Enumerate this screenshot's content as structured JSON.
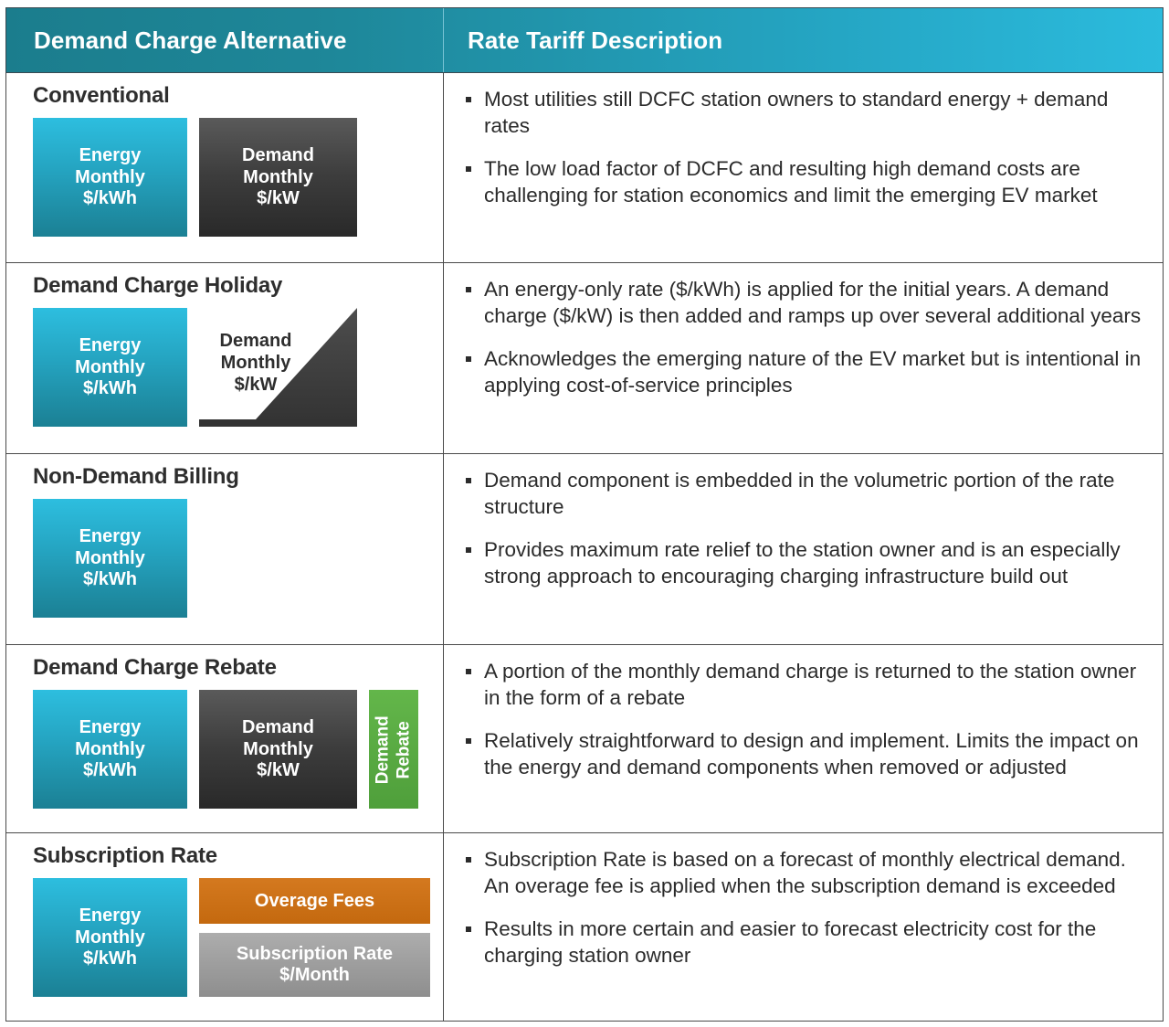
{
  "table": {
    "headers": {
      "left": "Demand Charge Alternative",
      "right": "Rate Tariff Description"
    },
    "colors": {
      "header_gradient_start": "#1b7d8d",
      "header_gradient_end": "#2bbbdd",
      "energy_badge": "#25a5c2",
      "demand_badge": "#3d3d3d",
      "rebate_badge": "#58ab41",
      "overage_badge": "#c4690f",
      "subscription_badge": "#9d9d9d",
      "text_dark": "#2b2b2b",
      "border": "#4a4a4a"
    },
    "rows": [
      {
        "title": "Conventional",
        "badges": [
          {
            "type": "energy",
            "lines": [
              "Energy",
              "Monthly",
              "$/kWh"
            ]
          },
          {
            "type": "demand",
            "lines": [
              "Demand",
              "Monthly",
              "$/kW"
            ]
          }
        ],
        "bullets": [
          "Most utilities still DCFC station owners to standard energy + demand rates",
          "The low load factor of DCFC and resulting high demand costs are challenging for station economics and limit the emerging EV market"
        ]
      },
      {
        "title": "Demand Charge Holiday",
        "badges": [
          {
            "type": "energy",
            "lines": [
              "Energy",
              "Monthly",
              "$/kWh"
            ]
          },
          {
            "type": "ramp",
            "lines": [
              "Demand",
              "Monthly",
              "$/kW"
            ]
          }
        ],
        "bullets": [
          "An energy-only rate ($/kWh) is applied for the initial years. A demand charge ($/kW) is then added and ramps up over several additional years",
          "Acknowledges the emerging nature of the EV market but is intentional in applying cost-of-service principles"
        ]
      },
      {
        "title": "Non-Demand Billing",
        "badges": [
          {
            "type": "energy",
            "lines": [
              "Energy",
              "Monthly",
              "$/kWh"
            ]
          }
        ],
        "bullets": [
          "Demand component is embedded in the volumetric portion of the rate structure",
          "Provides maximum rate relief to the station owner and is an especially strong approach to encouraging charging infrastructure build out"
        ]
      },
      {
        "title": "Demand Charge Rebate",
        "badges": [
          {
            "type": "energy",
            "lines": [
              "Energy",
              "Monthly",
              "$/kWh"
            ]
          },
          {
            "type": "demand",
            "lines": [
              "Demand",
              "Monthly",
              "$/kW"
            ]
          },
          {
            "type": "rebate",
            "lines": [
              "Demand",
              "Rebate"
            ]
          }
        ],
        "bullets": [
          "A portion of the monthly demand charge is returned to the station owner in the form of a rebate",
          "Relatively straightforward to design and implement. Limits the impact on the energy and demand components when removed or adjusted"
        ]
      },
      {
        "title": "Subscription Rate",
        "badges": [
          {
            "type": "energy",
            "lines": [
              "Energy",
              "Monthly",
              "$/kWh"
            ]
          },
          {
            "type": "overage",
            "lines": [
              "Overage Fees"
            ]
          },
          {
            "type": "subscription",
            "lines": [
              "Subscription Rate",
              "$/Month"
            ]
          }
        ],
        "bullets": [
          "Subscription Rate is based on a forecast of monthly electrical demand. An overage fee is applied when the subscription demand is exceeded",
          "Results in more certain and easier to forecast electricity cost for the charging station owner"
        ]
      }
    ]
  }
}
